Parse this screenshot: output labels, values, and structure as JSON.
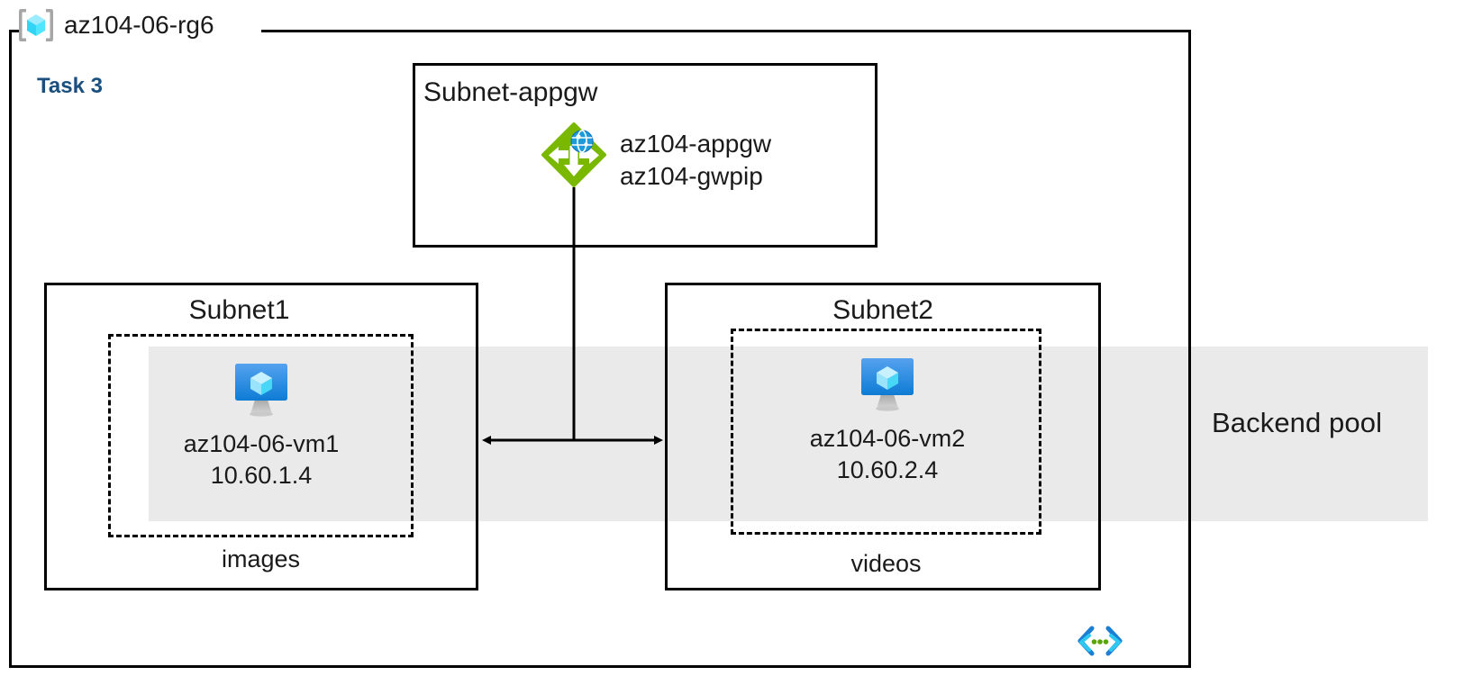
{
  "diagram": {
    "title": "az104-06-rg6",
    "task_label": "Task 3",
    "resource_group_icon": "resource-group-icon",
    "code_icon": "code-brackets-icon"
  },
  "backend_pool": {
    "label": "Backend pool",
    "band_color": "#eaeaea"
  },
  "subnets": {
    "appgw": {
      "title": "Subnet-appgw",
      "gateway": {
        "icon": "application-gateway-icon",
        "names": [
          "az104-appgw",
          "az104-gwpip"
        ]
      }
    },
    "subnet1": {
      "title": "Subnet1",
      "content_label": "images",
      "vm": {
        "icon": "virtual-machine-icon",
        "name": "az104-06-vm1",
        "ip": "10.60.1.4"
      }
    },
    "subnet2": {
      "title": "Subnet2",
      "content_label": "videos",
      "vm": {
        "icon": "virtual-machine-icon",
        "name": "az104-06-vm2",
        "ip": "10.60.2.4"
      }
    }
  },
  "colors": {
    "task_accent": "#1a4f7e",
    "gateway_green": "#7ab800",
    "vm_blue": "#1a8fe3",
    "rg_cube_cyan": "#50e6ff",
    "band_gray": "#eaeaea",
    "stroke": "#000000"
  }
}
